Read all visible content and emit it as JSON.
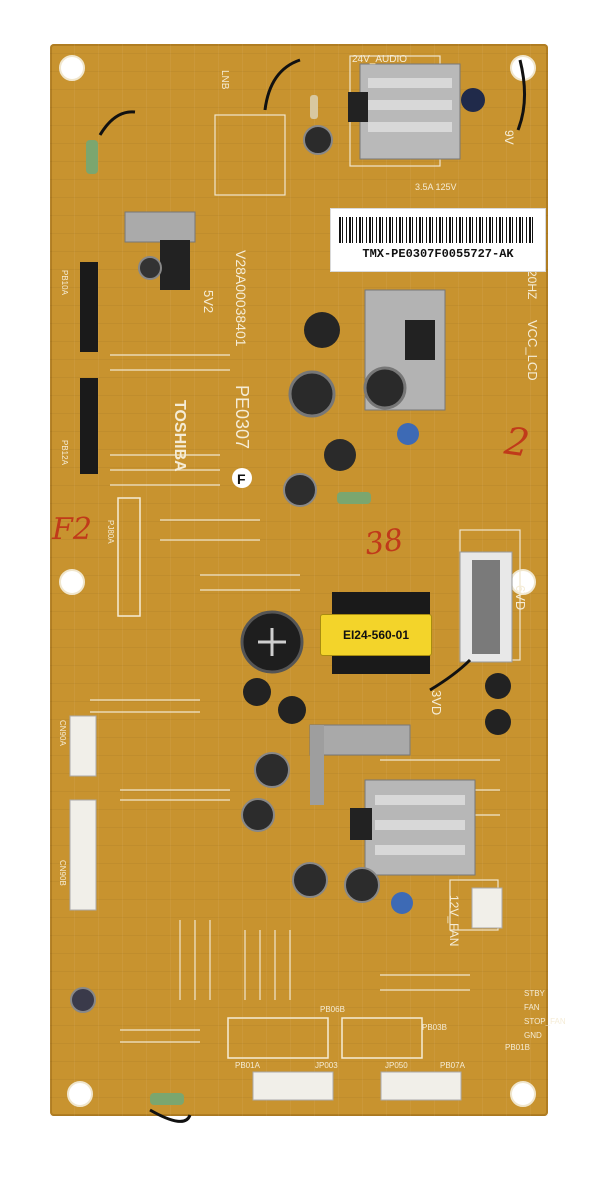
{
  "board": {
    "brand": "TOSHIBA",
    "part_number": "V28A00038401",
    "model_code": "PE0307",
    "revision": "F",
    "barcode_label": "TMX-PE0307F0055727-AK",
    "transformer_label": "EI24-560-01",
    "fuse_rating": "3.5A 125V",
    "handwritten_marks": [
      "F2",
      "38",
      "2"
    ],
    "silkscreen_labels": [
      "24V_AUDIO",
      "LNB",
      "5V2",
      "20HZ",
      "VCC_LCD",
      "6VD",
      "3VD",
      "12V_FAN",
      "9V",
      "STBY",
      "FAN",
      "STOP_FAN",
      "GND"
    ],
    "connector_labels": [
      "PB10A",
      "PB12A",
      "PJ80A",
      "CN90A",
      "CN90B",
      "PB01B",
      "PB03B",
      "PB07A",
      "PB01A",
      "PB06B",
      "JP003",
      "JP050"
    ]
  }
}
